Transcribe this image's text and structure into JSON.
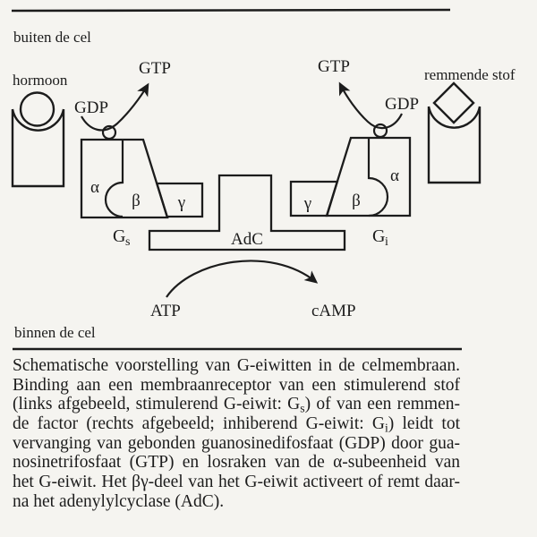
{
  "theme": {
    "paper": "#f5f4f0",
    "ink": "#1c1c1c"
  },
  "diagram": {
    "outside_label": "buiten de cel",
    "inside_label": "binnen de cel",
    "hormone_label": "hormoon",
    "inhibitor_label": "remmende stof",
    "left": {
      "gtp": "GTP",
      "gdp": "GDP",
      "alpha": "α",
      "beta": "β",
      "gamma": "γ",
      "g_main": "G",
      "g_sub": "s"
    },
    "right": {
      "gtp": "GTP",
      "gdp": "GDP",
      "alpha": "α",
      "beta": "β",
      "gamma": "γ",
      "g_main": "G",
      "g_sub": "i"
    },
    "adc_label": "AdC",
    "atp_label": "ATP",
    "camp_label": "cAMP"
  },
  "caption": {
    "line1": "Schematische voorstelling van G-eiwitten in de celmembraan.",
    "line2": "Binding aan een membraanreceptor van een stimulerend stof",
    "line3a": "(links afgebeeld, stimulerend G-eiwit: G",
    "line3sub": "s",
    "line3b": ") of van een remmen-",
    "line4a": "de factor (rechts afgebeeld; inhiberend G-eiwit: G",
    "line4sub": "i",
    "line4b": ") leidt tot",
    "line5": "vervanging van gebonden guanosinedifosfaat (GDP) door gua-",
    "line6": "nosinetrifosfaat (GTP) en losraken van de α-subeenheid van",
    "line7": "het G-eiwit. Het βγ-deel van het G-eiwit activeert of remt daar-",
    "line8": "na het adenylylcyclase (AdC)."
  }
}
